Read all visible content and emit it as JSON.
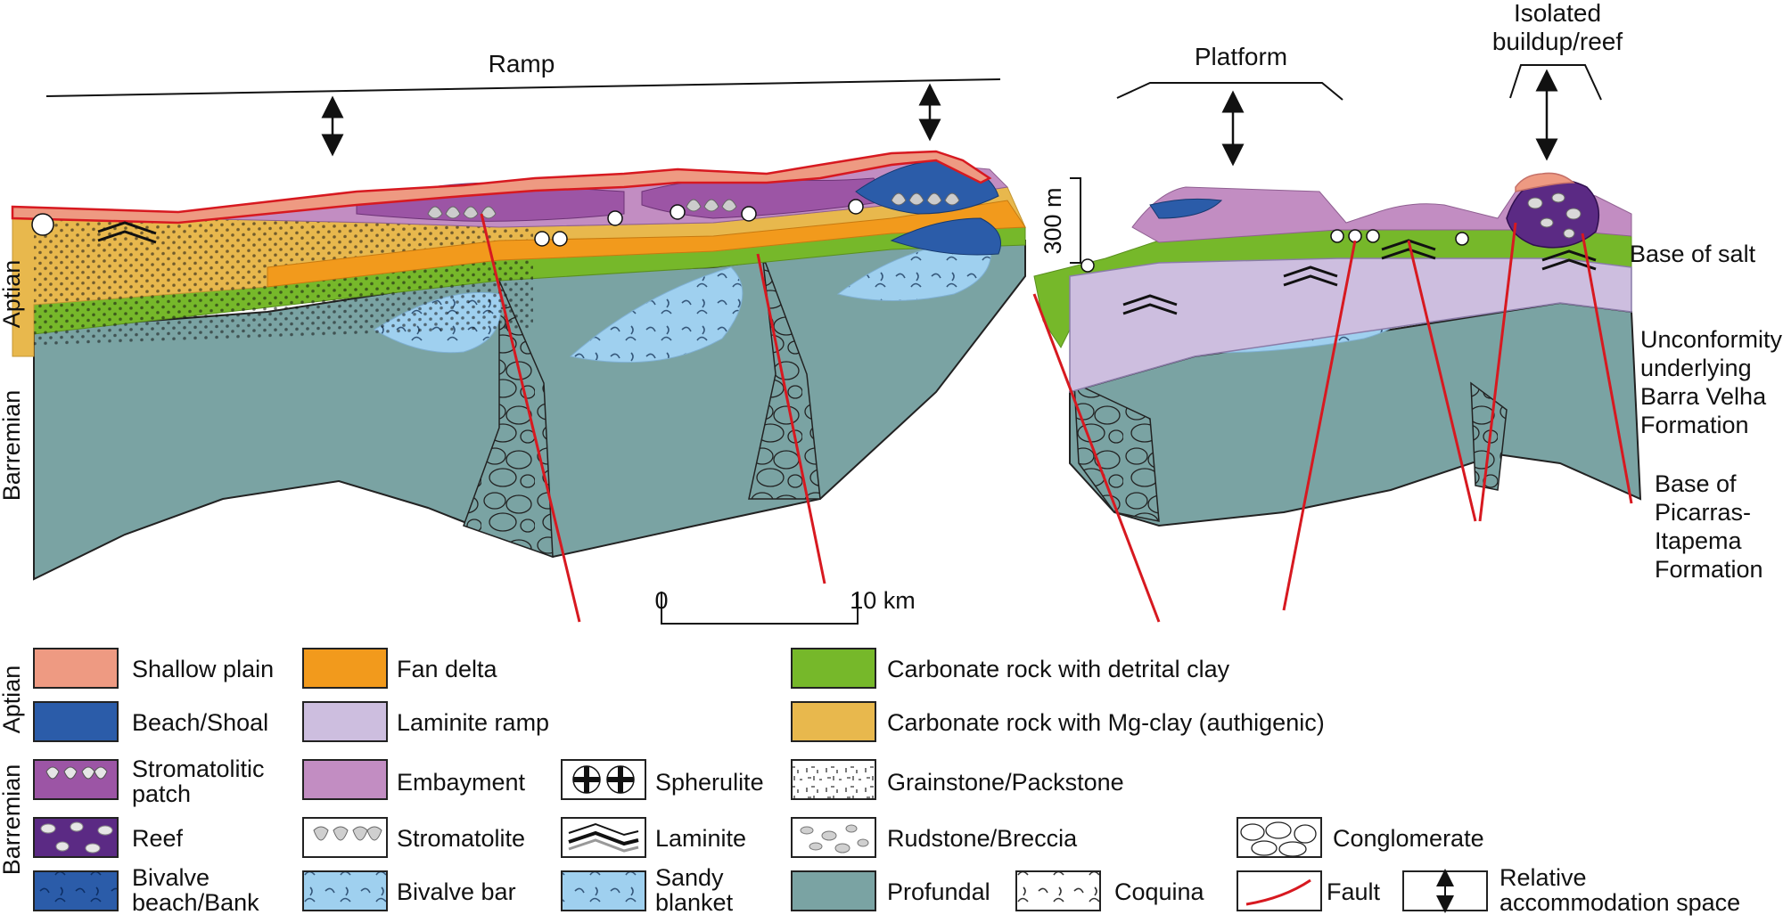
{
  "diagram": {
    "settings": {
      "ramp_label": "Ramp",
      "platform_label": "Platform",
      "isolated_label_line1": "Isolated",
      "isolated_label_line2": "buildup/reef"
    },
    "stratigraphy": {
      "aptian": "Aptian",
      "barremian": "Barremian"
    },
    "scale_bar": {
      "vertical": "300 m",
      "horizontal_start": "0",
      "horizontal_end": "10 km"
    },
    "right_labels": {
      "base_of_salt": "Base of salt",
      "unconformity": [
        "Unconformity",
        "underlying",
        "Barra Velha",
        "Formation"
      ],
      "base_picarras": [
        "Base of",
        "Picarras-",
        "Itapema",
        "Formation"
      ]
    }
  },
  "legend": {
    "aptian_side": "Aptian",
    "barremian_side": "Barremian",
    "items": [
      {
        "key": "shallow_plain",
        "label": [
          "Shallow plain"
        ],
        "color": "#ee9a82"
      },
      {
        "key": "beach_shoal",
        "label": [
          "Beach/Shoal"
        ],
        "color": "#2b5ca9"
      },
      {
        "key": "stromatolitic_patch",
        "label": [
          "Stromatolitic",
          "patch"
        ],
        "color": "#9c55a5"
      },
      {
        "key": "reef",
        "label": [
          "Reef"
        ],
        "color": "#5b2a84"
      },
      {
        "key": "bivalve_beach",
        "label": [
          "Bivalve",
          "beach/Bank"
        ],
        "color": "#2b5ca9"
      },
      {
        "key": "fan_delta",
        "label": [
          "Fan delta"
        ],
        "color": "#f29a1c"
      },
      {
        "key": "laminite_ramp",
        "label": [
          "Laminite ramp"
        ],
        "color": "#cdbedf"
      },
      {
        "key": "embayment",
        "label": [
          "Embayment"
        ],
        "color": "#c28dc2"
      },
      {
        "key": "stromatolite",
        "label": [
          "Stromatolite"
        ],
        "color": "#ffffff"
      },
      {
        "key": "bivalve_bar",
        "label": [
          "Bivalve bar"
        ],
        "color": "#9fd0ef"
      },
      {
        "key": "spherulite",
        "label": [
          "Spherulite"
        ],
        "color": "#ffffff"
      },
      {
        "key": "laminite",
        "label": [
          "Laminite"
        ],
        "color": "#ffffff"
      },
      {
        "key": "sandy_blanket",
        "label": [
          "Sandy",
          "blanket"
        ],
        "color": "#9fd0ef"
      },
      {
        "key": "carbonate_detrital",
        "label": [
          "Carbonate rock with detrital clay"
        ],
        "color": "#76b82a"
      },
      {
        "key": "carbonate_mg",
        "label": [
          "Carbonate rock with Mg-clay (authigenic)"
        ],
        "color": "#e8b84d"
      },
      {
        "key": "grainstone",
        "label": [
          "Grainstone/Packstone"
        ],
        "color": "#ffffff"
      },
      {
        "key": "rudstone",
        "label": [
          "Rudstone/Breccia"
        ],
        "color": "#ffffff"
      },
      {
        "key": "profundal",
        "label": [
          "Profundal"
        ],
        "color": "#7aa3a3"
      },
      {
        "key": "coquina",
        "label": [
          "Coquina"
        ],
        "color": "#ffffff"
      },
      {
        "key": "fault",
        "label": [
          "Fault"
        ],
        "color": "#ffffff"
      },
      {
        "key": "conglomerate",
        "label": [
          "Conglomerate"
        ],
        "color": "#ffffff"
      },
      {
        "key": "accommodation",
        "label": [
          "Relative",
          "accommodation space"
        ],
        "color": "#ffffff"
      }
    ]
  },
  "colors": {
    "shallow_plain": "#ee9a82",
    "beach_shoal": "#2b5ca9",
    "stromatolitic": "#9c55a5",
    "reef": "#5b2a84",
    "fan_delta": "#f29a1c",
    "laminite_ramp": "#cdbedf",
    "embayment": "#c28dc2",
    "bivalve_bar": "#9fd0ef",
    "carbonate_detrital": "#76b82a",
    "carbonate_mg": "#e8b84d",
    "profundal": "#7aa3a3",
    "fault": "#d71920"
  }
}
